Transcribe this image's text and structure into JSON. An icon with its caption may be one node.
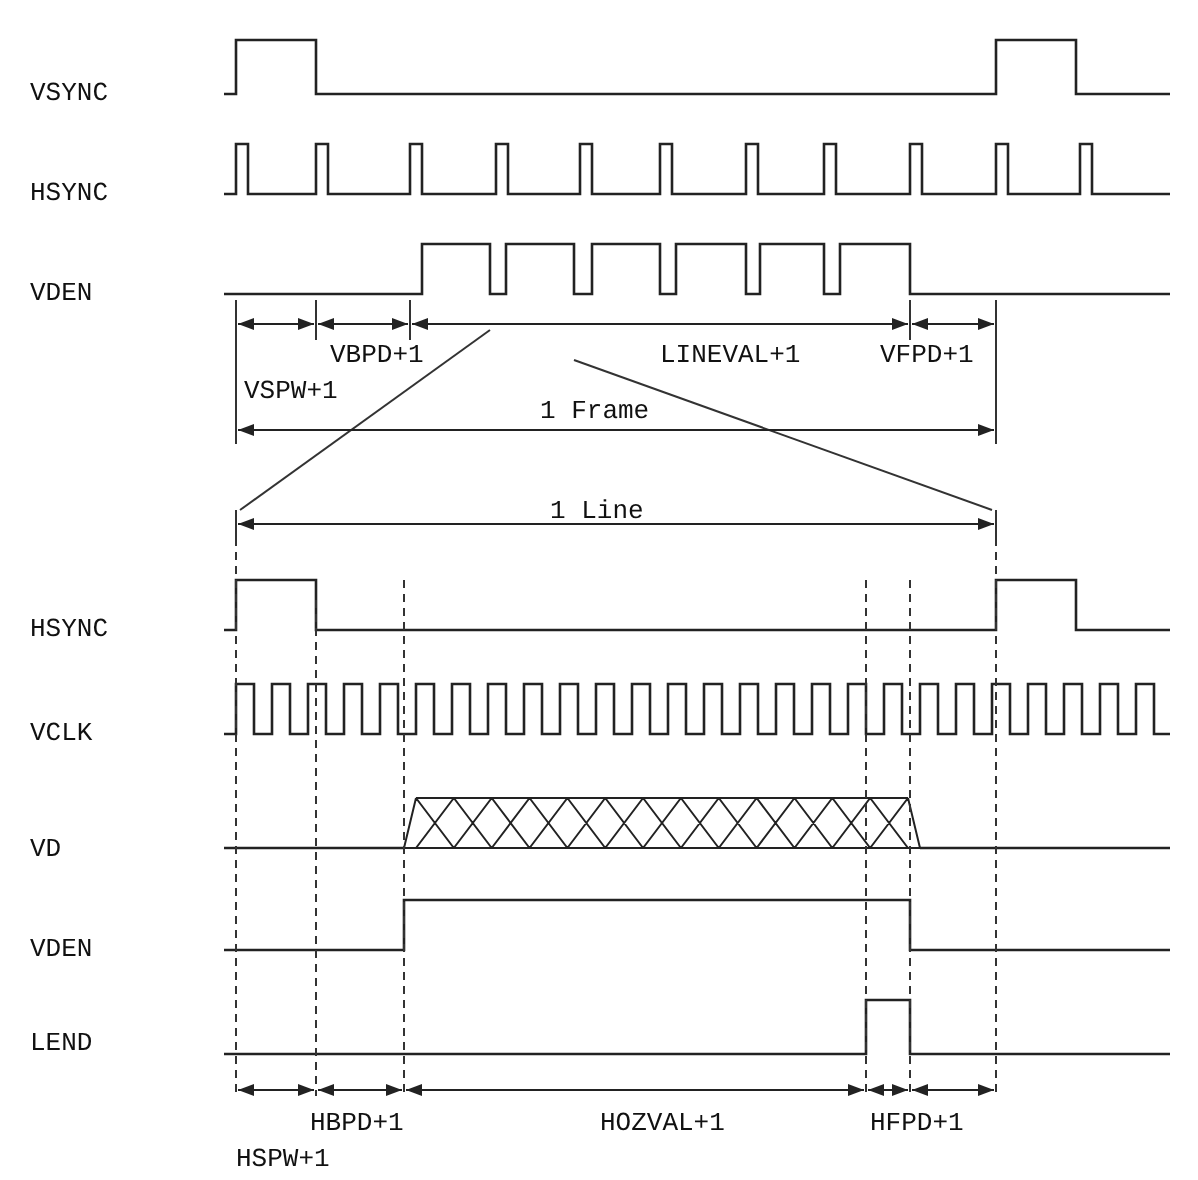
{
  "diagram": {
    "labels": [
      "VSYNC",
      "HSYNC",
      "VDEN",
      "VBPD+1",
      "LINEVAL+1",
      "VFPD+1",
      "VSPW+1",
      "1 Frame",
      "1 Line",
      "HSYNC",
      "VCLK",
      "VD",
      "VDEN",
      "LEND",
      "HBPD+1",
      "HOZVAL+1",
      "HFPD+1",
      "HSPW+1"
    ]
  }
}
